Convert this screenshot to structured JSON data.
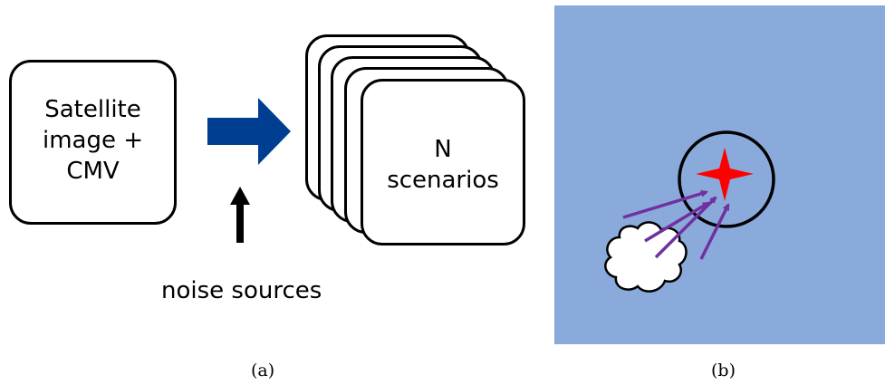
{
  "panel_a": {
    "input_box_line1": "Satellite",
    "input_box_line2": "image +",
    "input_box_line3": "CMV",
    "output_box_line1": "N",
    "output_box_line2": "scenarios",
    "noise_label": "noise sources",
    "caption": "(a)"
  },
  "panel_b": {
    "caption": "(b)"
  },
  "colors": {
    "big_arrow": "#003e92",
    "background_b": "#8aaadc",
    "star": "#ff0000",
    "vectors": "#7030a0"
  }
}
